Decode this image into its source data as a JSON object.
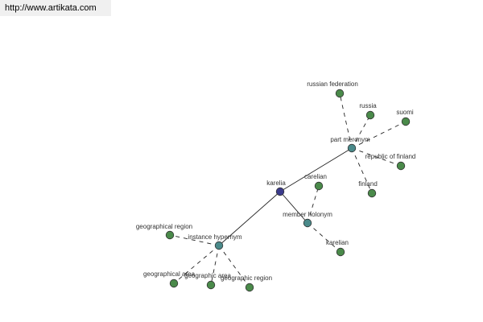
{
  "header": {
    "url": "http://www.artikata.com"
  },
  "colors": {
    "center": "#3a3a8c",
    "relation": "#4a8a8a",
    "leaf": "#4a8a4a",
    "edge": "#222222",
    "node_stroke": "#333333"
  },
  "graph": {
    "nodes": [
      {
        "id": "karelia",
        "label": "karelia",
        "kind": "center"
      },
      {
        "id": "part_meronym",
        "label": "part meronym",
        "kind": "relation"
      },
      {
        "id": "member_holonym",
        "label": "member holonym",
        "kind": "relation"
      },
      {
        "id": "instance_hypernym",
        "label": "instance hypernym",
        "kind": "relation"
      },
      {
        "id": "russian_federation",
        "label": "russian federation",
        "kind": "leaf"
      },
      {
        "id": "russia",
        "label": "russia",
        "kind": "leaf"
      },
      {
        "id": "suomi",
        "label": "suomi",
        "kind": "leaf"
      },
      {
        "id": "republic_of_finland",
        "label": "republic of finland",
        "kind": "leaf"
      },
      {
        "id": "finland",
        "label": "finland",
        "kind": "leaf"
      },
      {
        "id": "carelian",
        "label": "carelian",
        "kind": "leaf"
      },
      {
        "id": "karelian",
        "label": "karelian",
        "kind": "leaf"
      },
      {
        "id": "geographical_region_1",
        "label": "geographical region",
        "kind": "leaf"
      },
      {
        "id": "geographical_area_1",
        "label": "geographical area",
        "kind": "leaf"
      },
      {
        "id": "geographic_area",
        "label": "geographic area",
        "kind": "leaf"
      },
      {
        "id": "geographic_region",
        "label": "geographic region",
        "kind": "leaf"
      }
    ],
    "edges": [
      {
        "from": "karelia",
        "to": "part_meronym",
        "style": "solid"
      },
      {
        "from": "karelia",
        "to": "member_holonym",
        "style": "solid"
      },
      {
        "from": "karelia",
        "to": "instance_hypernym",
        "style": "solid"
      },
      {
        "from": "part_meronym",
        "to": "russian_federation",
        "style": "dashed"
      },
      {
        "from": "part_meronym",
        "to": "russia",
        "style": "dashed"
      },
      {
        "from": "part_meronym",
        "to": "suomi",
        "style": "dashed"
      },
      {
        "from": "part_meronym",
        "to": "republic_of_finland",
        "style": "dashed"
      },
      {
        "from": "part_meronym",
        "to": "finland",
        "style": "dashed"
      },
      {
        "from": "member_holonym",
        "to": "carelian",
        "style": "dashed"
      },
      {
        "from": "member_holonym",
        "to": "karelian",
        "style": "dashed"
      },
      {
        "from": "instance_hypernym",
        "to": "geographical_region_1",
        "style": "dashed"
      },
      {
        "from": "instance_hypernym",
        "to": "geographical_area_1",
        "style": "dashed"
      },
      {
        "from": "instance_hypernym",
        "to": "geographic_area",
        "style": "dashed"
      },
      {
        "from": "instance_hypernym",
        "to": "geographic_region",
        "style": "dashed"
      }
    ]
  }
}
